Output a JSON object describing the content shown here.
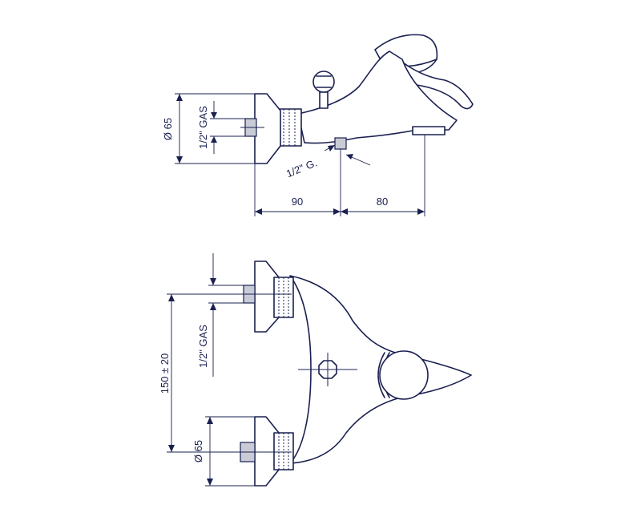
{
  "side_view": {
    "diameter_label": "Ø 65",
    "thread_label": "1/2\" GAS",
    "outlet_thread_label": "1/2\" G.",
    "dim_left": "90",
    "dim_right": "80"
  },
  "top_view": {
    "diameter_label": "Ø 65",
    "thread_label": "1/2\" GAS",
    "center_distance_label": "150 ± 20"
  },
  "colors": {
    "line": "#1a2050",
    "connector_fill": "#c9ccd6",
    "background": "#ffffff"
  }
}
